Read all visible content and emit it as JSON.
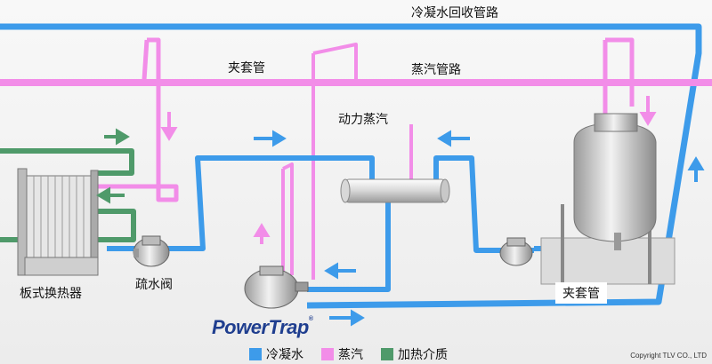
{
  "labels": {
    "condensate_return": "冷凝水回收管路",
    "jacket_top": "夹套管",
    "steam_line": "蒸汽管路",
    "motive_steam": "动力蒸汽",
    "heat_exchanger": "板式换热器",
    "steam_trap": "疏水阀",
    "jacket_vessel": "夹套管"
  },
  "brand": "PowerTrap",
  "brand_mark": "®",
  "legend": [
    {
      "label": "冷凝水",
      "color": "#3d9bea"
    },
    {
      "label": "蒸汽",
      "color": "#f28de8"
    },
    {
      "label": "加热介质",
      "color": "#4f9a6a"
    }
  ],
  "colors": {
    "condensate": "#3d9bea",
    "steam": "#f28de8",
    "heating_medium": "#4f9a6a"
  },
  "copyright": "Copyright TLV CO., LTD"
}
